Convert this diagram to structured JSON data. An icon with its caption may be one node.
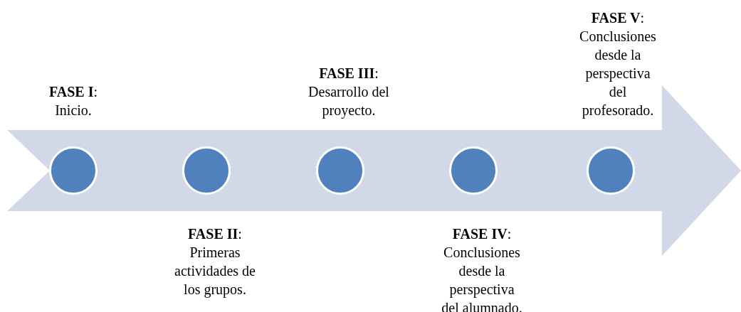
{
  "diagram": {
    "nodes": [
      {
        "text": [],
        "shape": "arrow"
      },
      {
        "text": [],
        "shape": "circle",
        "in": 0,
        "beside": [
          "**FASE I**: Inicio."
        ]
      },
      {
        "text": [],
        "shape": "circle",
        "in": 0,
        "beside": [
          "**FASE II**: Primeras actividades de los grupos."
        ]
      },
      {
        "text": [],
        "shape": "circle",
        "in": 0,
        "beside": [
          "**FASE III**: Desarrollo del proyecto."
        ]
      },
      {
        "text": [],
        "shape": "circle",
        "in": 0,
        "beside": [
          "**FASE IV**: Conclusiones desde la perspectiva del alumnado."
        ]
      },
      {
        "text": [],
        "shape": "circle",
        "in": 0,
        "beside": [
          "**FASE V**: Conclusiones desde la perspectiva del profesorado."
        ]
      }
    ],
    "edges": []
  }
}
